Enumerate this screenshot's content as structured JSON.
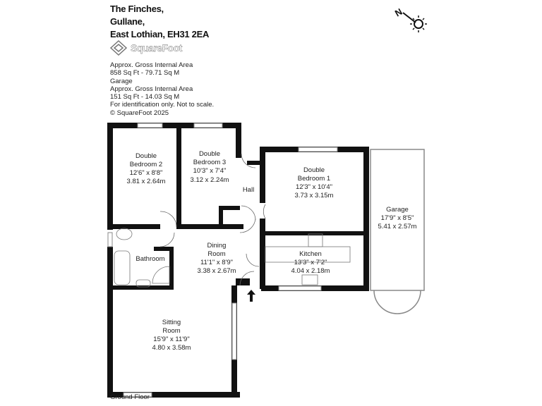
{
  "header": {
    "line1": "The Finches,",
    "line2": "Gullane,",
    "line3": "East Lothian, EH31 2EA"
  },
  "logo": {
    "text": "SquareFoot"
  },
  "info": {
    "lines": [
      "Approx. Gross Internal Area",
      "858 Sq Ft  -  79.71 Sq M",
      "Garage",
      "Approx. Gross Internal Area",
      "151 Sq Ft  -  14.03 Sq M",
      "For identification only. Not to scale.",
      "© SquareFoot 2025"
    ]
  },
  "compass": {
    "label": "N",
    "icon": "compass-sun-icon"
  },
  "rooms": {
    "bed2": {
      "l1": "Double",
      "l2": "Bedroom 2",
      "l3": "12'6\" x 8'8\"",
      "l4": "3.81 x 2.64m"
    },
    "bed3": {
      "l1": "Double",
      "l2": "Bedroom 3",
      "l3": "10'3\" x 7'4\"",
      "l4": "3.12 x 2.24m"
    },
    "hall": {
      "l1": "Hall"
    },
    "bed1": {
      "l1": "Double",
      "l2": "Bedroom 1",
      "l3": "12'3\" x 10'4\"",
      "l4": "3.73 x 3.15m"
    },
    "garage": {
      "l1": "Garage",
      "l2": "17'9\" x 8'5\"",
      "l3": "5.41 x 2.57m"
    },
    "bath": {
      "l1": "Bathroom"
    },
    "dining": {
      "l1": "Dining",
      "l2": "Room",
      "l3": "11'1\" x 8'9\"",
      "l4": "3.38 x 2.67m"
    },
    "kitchen": {
      "l1": "Kitchen",
      "l2": "13'3\" x 7'2\"",
      "l3": "4.04 x 2.18m"
    },
    "sitting": {
      "l1": "Sitting",
      "l2": "Room",
      "l3": "15'9\" x 11'9\"",
      "l4": "4.80 x 3.58m"
    }
  },
  "footer": {
    "floor_label": "Ground Floor"
  }
}
